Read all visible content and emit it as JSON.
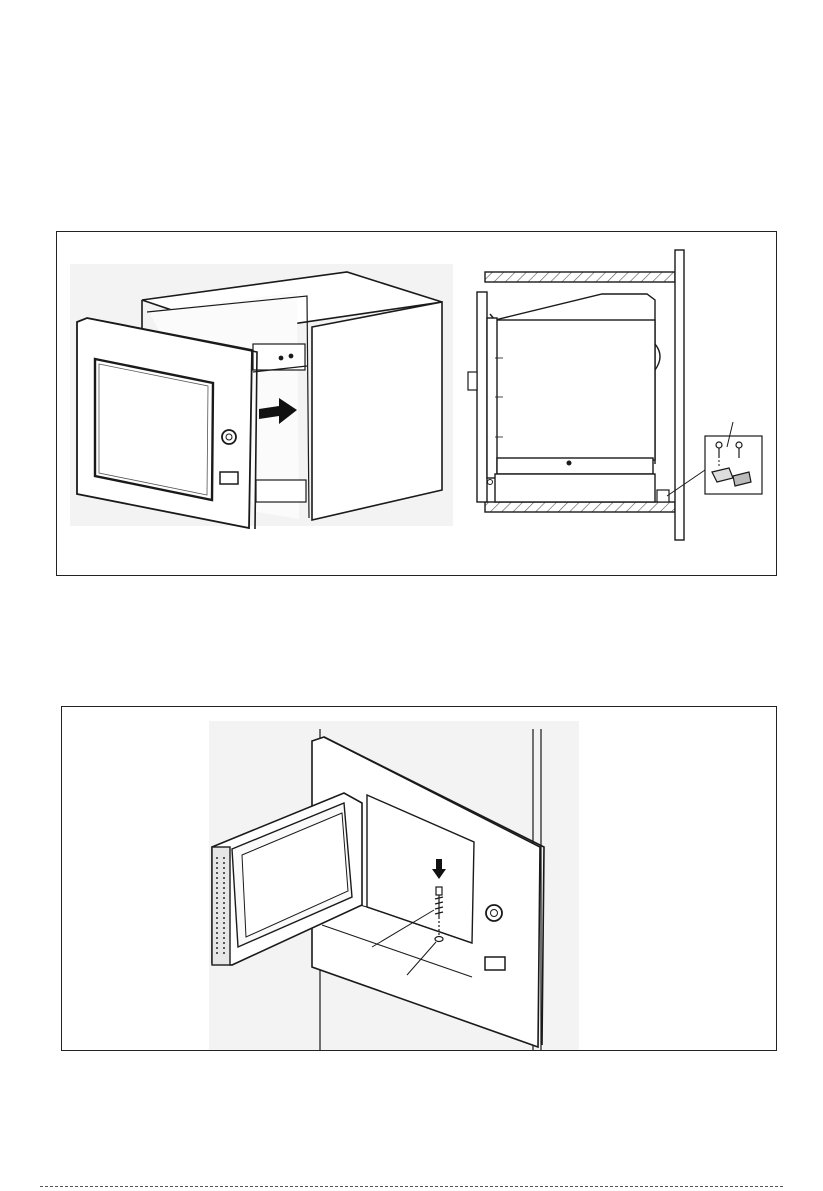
{
  "page": {
    "figures": [
      {
        "id": "fig1",
        "panels": [
          "oven-insertion-perspective",
          "side-section-mounting"
        ]
      },
      {
        "id": "fig2",
        "panels": [
          "door-open-screw-fixing"
        ]
      }
    ]
  },
  "colors": {
    "line": "#1a1a1a",
    "panel_bg": "#f4f4f4",
    "glass": "#ffffff",
    "hatch": "#555555",
    "arrow": "#111111"
  }
}
